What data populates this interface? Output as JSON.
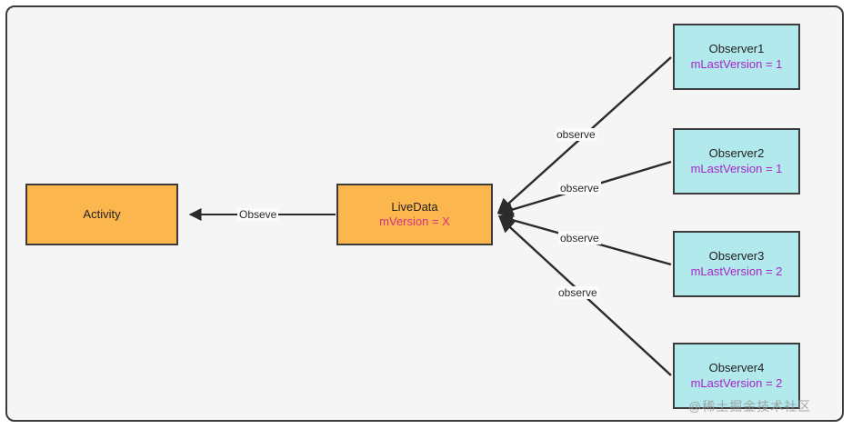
{
  "diagram": {
    "title": "LiveData observer version diagram",
    "background_color": "#f5f5f5",
    "border_color": "#3b3b3b",
    "node_fill_orange": "#fcb64e",
    "node_fill_cyan": "#b2e9ec",
    "accent_purple": "#a626c9",
    "accent_magenta": "#d63384"
  },
  "nodes": {
    "activity": {
      "title": "Activity",
      "sub": ""
    },
    "livedata": {
      "title": "LiveData",
      "sub": "mVersion = X"
    },
    "observer1": {
      "title": "Observer1",
      "sub": "mLastVersion = 1"
    },
    "observer2": {
      "title": "Observer2",
      "sub": "mLastVersion = 1"
    },
    "observer3": {
      "title": "Observer3",
      "sub": "mLastVersion = 2"
    },
    "observer4": {
      "title": "Observer4",
      "sub": "mLastVersion = 2"
    }
  },
  "edges": {
    "activity_label": "Obseve",
    "observe1_label": "observe",
    "observe2_label": "observe",
    "observe3_label": "observe",
    "observe4_label": "observe"
  },
  "watermark": {
    "text": "@稀土掘金技术社区"
  }
}
